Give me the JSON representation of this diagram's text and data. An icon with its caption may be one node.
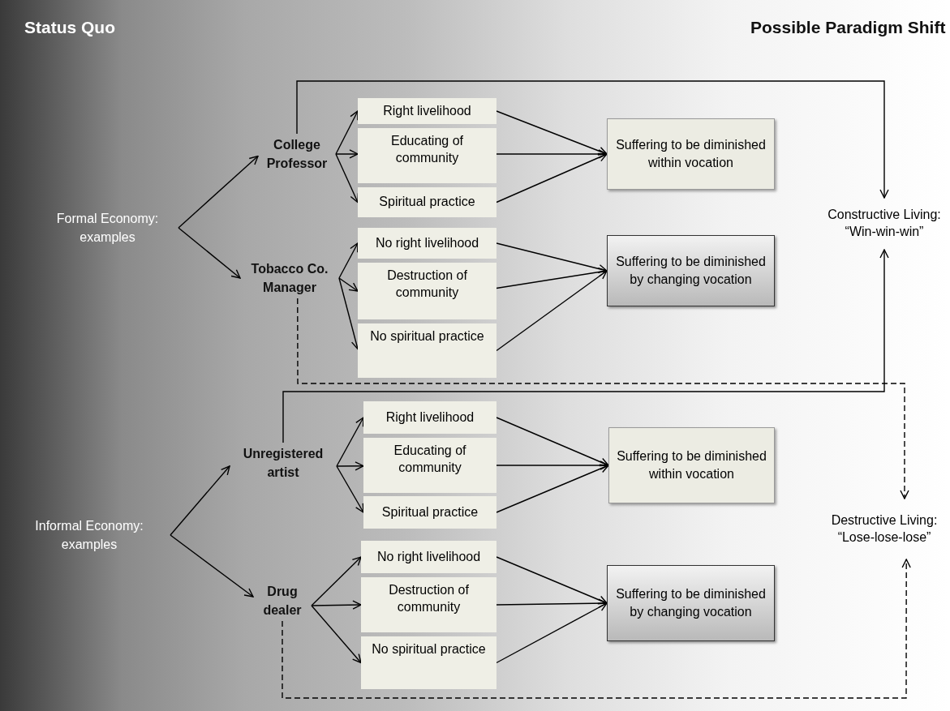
{
  "diagram": {
    "nodes": [
      {
        "text": [
          "Formal Economy: examples"
        ]
      },
      {
        "text": [
          "College Professor"
        ]
      },
      {
        "text": [
          "Tobacco Co. Manager"
        ]
      },
      {
        "text": [
          "Right livelihood"
        ]
      },
      {
        "text": [
          "Educating of community"
        ]
      },
      {
        "text": [
          "Spiritual practice"
        ]
      },
      {
        "text": [
          "Suffering to be diminished within vocation"
        ]
      },
      {
        "text": [
          "No right livelihood"
        ]
      },
      {
        "text": [
          "Destruction of community"
        ]
      },
      {
        "text": [
          "No spiritual practice"
        ]
      },
      {
        "text": [
          "Suffering to be diminished by changing vocation"
        ]
      },
      {
        "text": [
          "Constructive Living: “Win-win-win”"
        ]
      },
      {
        "text": [
          "Informal Economy: examples"
        ]
      },
      {
        "text": [
          "Unregistered artist"
        ]
      },
      {
        "text": [
          "Drug dealer"
        ]
      },
      {
        "text": [
          "Right livelihood"
        ]
      },
      {
        "text": [
          "Educating of community"
        ]
      },
      {
        "text": [
          "Spiritual practice"
        ]
      },
      {
        "text": [
          "Suffering to be diminished within vocation"
        ]
      },
      {
        "text": [
          "No right livelihood"
        ]
      },
      {
        "text": [
          "Destruction of community"
        ]
      },
      {
        "text": [
          "No spiritual practice"
        ]
      },
      {
        "text": [
          "Suffering to be diminished by changing vocation"
        ]
      },
      {
        "text": [
          "Destructive Living: “Lose-lose-lose”"
        ]
      }
    ],
    "edges": [
      {
        "from": 0,
        "to": 1,
        "arrow": "to"
      },
      {
        "from": 0,
        "to": 2,
        "arrow": "to"
      },
      {
        "from": 1,
        "to": 3,
        "arrow": "to"
      },
      {
        "from": 1,
        "to": 4,
        "arrow": "to"
      },
      {
        "from": 1,
        "to": 5,
        "arrow": "to"
      },
      {
        "from": 2,
        "to": 7,
        "arrow": "to"
      },
      {
        "from": 2,
        "to": 8,
        "arrow": "to"
      },
      {
        "from": 2,
        "to": 9,
        "arrow": "to"
      },
      {
        "from": 3,
        "to": 6,
        "arrow": "to"
      },
      {
        "from": 4,
        "to": 6,
        "arrow": "to"
      },
      {
        "from": 5,
        "to": 6,
        "arrow": "to"
      },
      {
        "from": 7,
        "to": 10,
        "arrow": "to"
      },
      {
        "from": 8,
        "to": 10,
        "arrow": "to"
      },
      {
        "from": 9,
        "to": 10,
        "arrow": "to"
      },
      {
        "from": 1,
        "to": 11,
        "arrow": "to"
      },
      {
        "from": 13,
        "to": 11,
        "arrow": "to"
      },
      {
        "from": 2,
        "to": 23,
        "arrow": "to",
        "style": "dashed"
      },
      {
        "from": 14,
        "to": 23,
        "arrow": "to",
        "style": "dashed"
      },
      {
        "from": 12,
        "to": 13,
        "arrow": "to"
      },
      {
        "from": 12,
        "to": 14,
        "arrow": "to"
      },
      {
        "from": 13,
        "to": 15,
        "arrow": "to"
      },
      {
        "from": 13,
        "to": 16,
        "arrow": "to"
      },
      {
        "from": 13,
        "to": 17,
        "arrow": "to"
      },
      {
        "from": 14,
        "to": 19,
        "arrow": "to"
      },
      {
        "from": 14,
        "to": 20,
        "arrow": "to"
      },
      {
        "from": 14,
        "to": 21,
        "arrow": "to"
      },
      {
        "from": 15,
        "to": 18,
        "arrow": "to"
      },
      {
        "from": 16,
        "to": 18,
        "arrow": "to"
      },
      {
        "from": 17,
        "to": 18,
        "arrow": "to"
      },
      {
        "from": 19,
        "to": 22,
        "arrow": "to"
      },
      {
        "from": 20,
        "to": 22,
        "arrow": "to"
      },
      {
        "from": 21,
        "to": 22,
        "arrow": "to"
      }
    ],
    "labels": [
      "Status Quo",
      "Possible Paradigm Shift"
    ]
  }
}
